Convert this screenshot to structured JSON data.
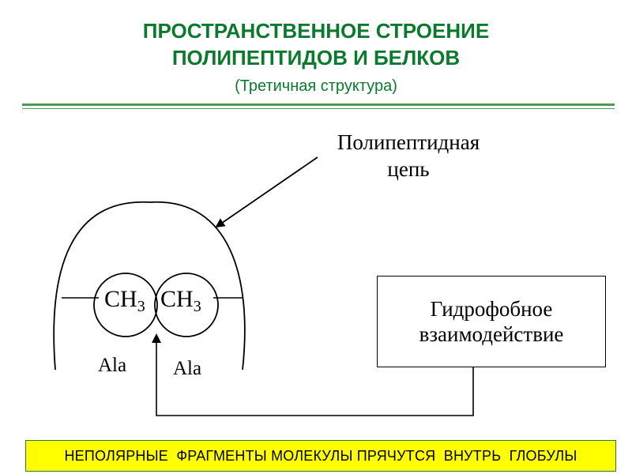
{
  "header": {
    "title_line1": "ПРОСТРАНСТВЕННОЕ СТРОЕНИЕ",
    "title_line2": "ПОЛИПЕПТИДОВ И БЕЛКОВ",
    "subtitle": "(Третичная структура)"
  },
  "diagram": {
    "chain_label_line1": "Полипептидная",
    "chain_label_line2": "цепь",
    "left_group": {
      "base": "CH",
      "subscript": "3"
    },
    "right_group": {
      "base": "CH",
      "subscript": "3"
    },
    "residue_left": "Ala",
    "residue_right": "Ala",
    "interaction_line1": "Гидрофобное",
    "interaction_line2": "взаимодействие"
  },
  "footer": {
    "banner_text": "НЕПОЛЯРНЫЕ  ФРАГМЕНТЫ МОЛЕКУЛЫ ПРЯЧУТСЯ  ВНУТРЬ  ГЛОБУЛЫ"
  },
  "colors": {
    "title": "#0b7a2e",
    "rule": "#4a9a5a",
    "banner_bg": "#ffff00",
    "banner_border": "#2a7a3a"
  }
}
